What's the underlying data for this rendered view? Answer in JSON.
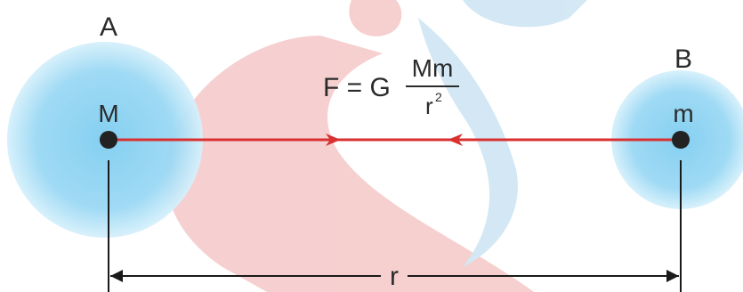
{
  "labels": {
    "body_a": "A",
    "body_b": "B",
    "mass_a": "M",
    "mass_b": "m",
    "distance": "r"
  },
  "formula": {
    "lhs": "F = G",
    "numerator": "Mm",
    "denominator_base": "r",
    "denominator_exponent": "2"
  },
  "colors": {
    "sphere": "#8fd3f2",
    "sphere_edge": "#d7f1fb",
    "force_line": "#d93030",
    "point": "#222222",
    "dimension_line": "#1a1a1a",
    "watermark_red": "#e88a8a",
    "watermark_blue": "#9ccbe6"
  }
}
